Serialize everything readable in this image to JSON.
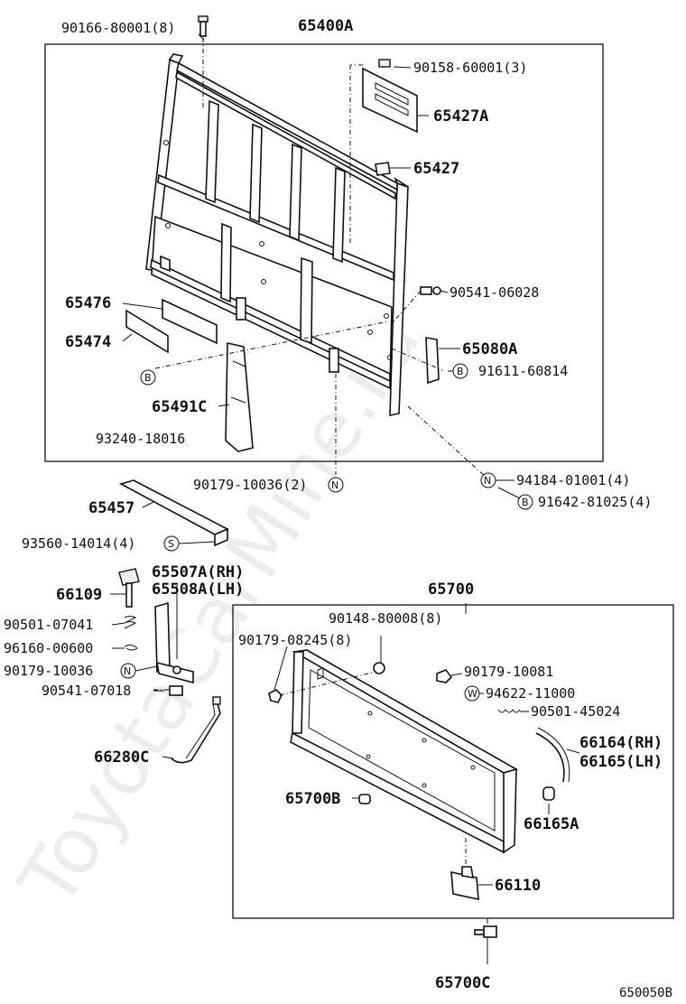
{
  "watermark": "ToyotaCarMine.ru",
  "diagram_code": "650050B",
  "labels": {
    "l_90166": "90166-80001(8)",
    "l_65400A": "65400A",
    "l_90158": "90158-60001(3)",
    "l_65427A": "65427A",
    "l_65427": "65427",
    "l_90541_06028": "90541-06028",
    "l_65476": "65476",
    "l_65474": "65474",
    "l_65080A": "65080A",
    "l_91611": "91611-60814",
    "l_65491C": "65491C",
    "l_93240": "93240-18016",
    "l_90179_10036a": "90179-10036(2)",
    "l_94184": "94184-01001(4)",
    "l_91642": "91642-81025(4)",
    "l_65457": "65457",
    "l_93560": "93560-14014(4)",
    "l_66109": "66109",
    "l_65507A": "65507A(RH)",
    "l_65508A": "65508A(LH)",
    "l_90501_07041": "90501-07041",
    "l_96160": "96160-00600",
    "l_90179_10036b": "90179-10036",
    "l_90541_07018": "90541-07018",
    "l_66280C": "66280C",
    "l_65700": "65700",
    "l_90148": "90148-80008(8)",
    "l_90179_08245": "90179-08245(8)",
    "l_90179_10081": "90179-10081",
    "l_94622": "94622-11000",
    "l_90501_45024": "90501-45024",
    "l_66164": "66164(RH)",
    "l_66165": "66165(LH)",
    "l_65700B": "65700B",
    "l_66165A": "66165A",
    "l_66110": "66110",
    "l_65700C": "65700C"
  },
  "markers": {
    "b": "B",
    "n": "N",
    "s": "S",
    "w": "W"
  }
}
